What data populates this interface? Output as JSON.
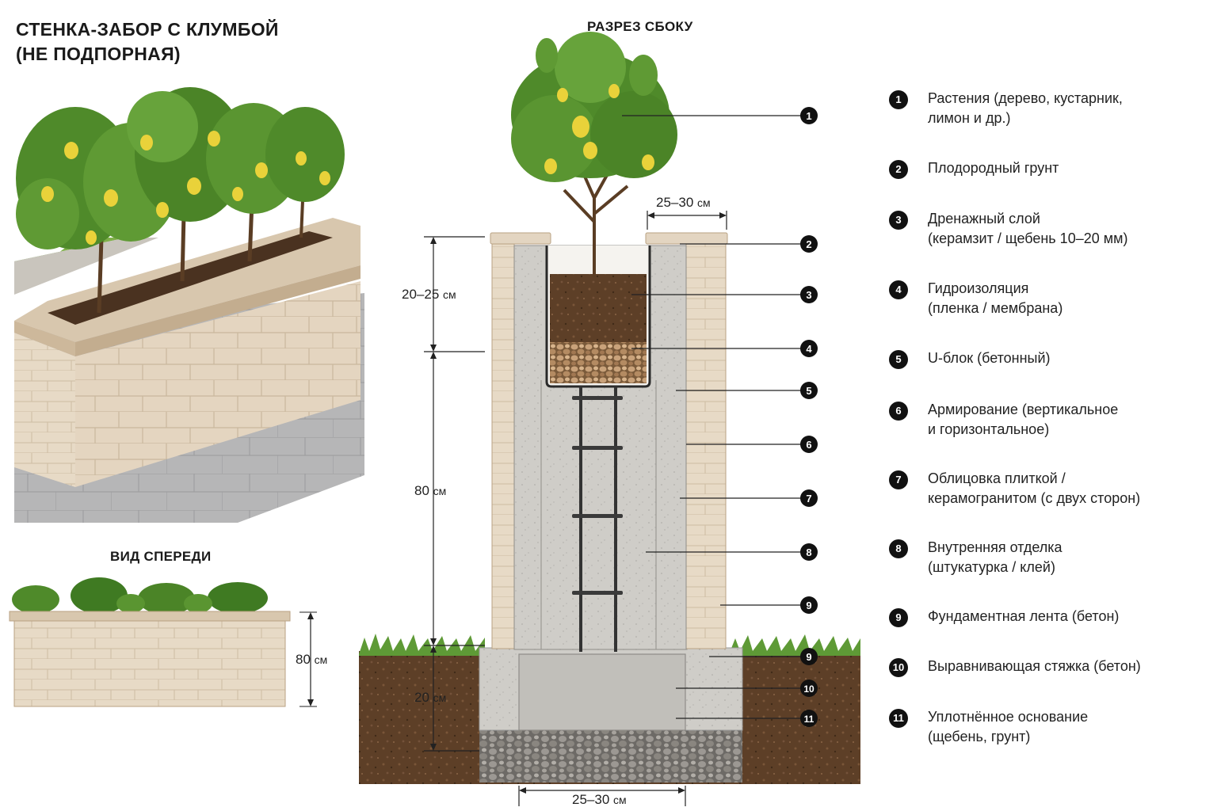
{
  "title_line1": "СТЕНКА-ЗАБОР С КЛУМБОЙ",
  "title_line2": "(НЕ ПОДПОРНАЯ)",
  "section_side": "РАЗРЕЗ СБОКУ",
  "section_front": "ВИД СПЕРЕДИ",
  "dims": {
    "top_width": "25–30",
    "bottom_width": "25–30",
    "soil_depth": "20–25",
    "wall_height": "80",
    "foundation_depth": "20",
    "front_height": "80",
    "unit": "см"
  },
  "markers": [
    "1",
    "2",
    "3",
    "4",
    "5",
    "6",
    "7",
    "8",
    "9",
    "9",
    "10",
    "11"
  ],
  "legend": [
    {
      "num": "1",
      "line1": "Растения (дерево, кустарник,",
      "line2": "лимон и др.)"
    },
    {
      "num": "2",
      "line1": "Плодородный грунт",
      "line2": ""
    },
    {
      "num": "3",
      "line1": "Дренажный слой",
      "line2": "(керамзит / щебень 10–20 мм)"
    },
    {
      "num": "4",
      "line1": "Гидроизоляция",
      "line2": "(пленка / мембрана)"
    },
    {
      "num": "5",
      "line1": "U-блок (бетонный)",
      "line2": ""
    },
    {
      "num": "6",
      "line1": "Армирование (вертикальное",
      "line2": "и горизонтальное)"
    },
    {
      "num": "7",
      "line1": "Облицовка плиткой /",
      "line2": "керамогранитом (с двух сторон)"
    },
    {
      "num": "8",
      "line1": "Внутренняя отделка",
      "line2": "(штукатурка / клей)"
    },
    {
      "num": "9",
      "line1": "Фундаментная лента (бетон)",
      "line2": ""
    },
    {
      "num": "10",
      "line1": "Выравнивающая стяжка (бетон)",
      "line2": ""
    },
    {
      "num": "11",
      "line1": "Уплотнённое основание",
      "line2": "(щебень, грунт)"
    }
  ],
  "colors": {
    "tile": "#e6d6c0",
    "concrete": "#c9c7c2",
    "soil": "#5e4028",
    "gravel": "#8e8b86",
    "leaf": "#4f8a2a",
    "lemon": "#e9d23a",
    "grass": "#5e9a36"
  }
}
